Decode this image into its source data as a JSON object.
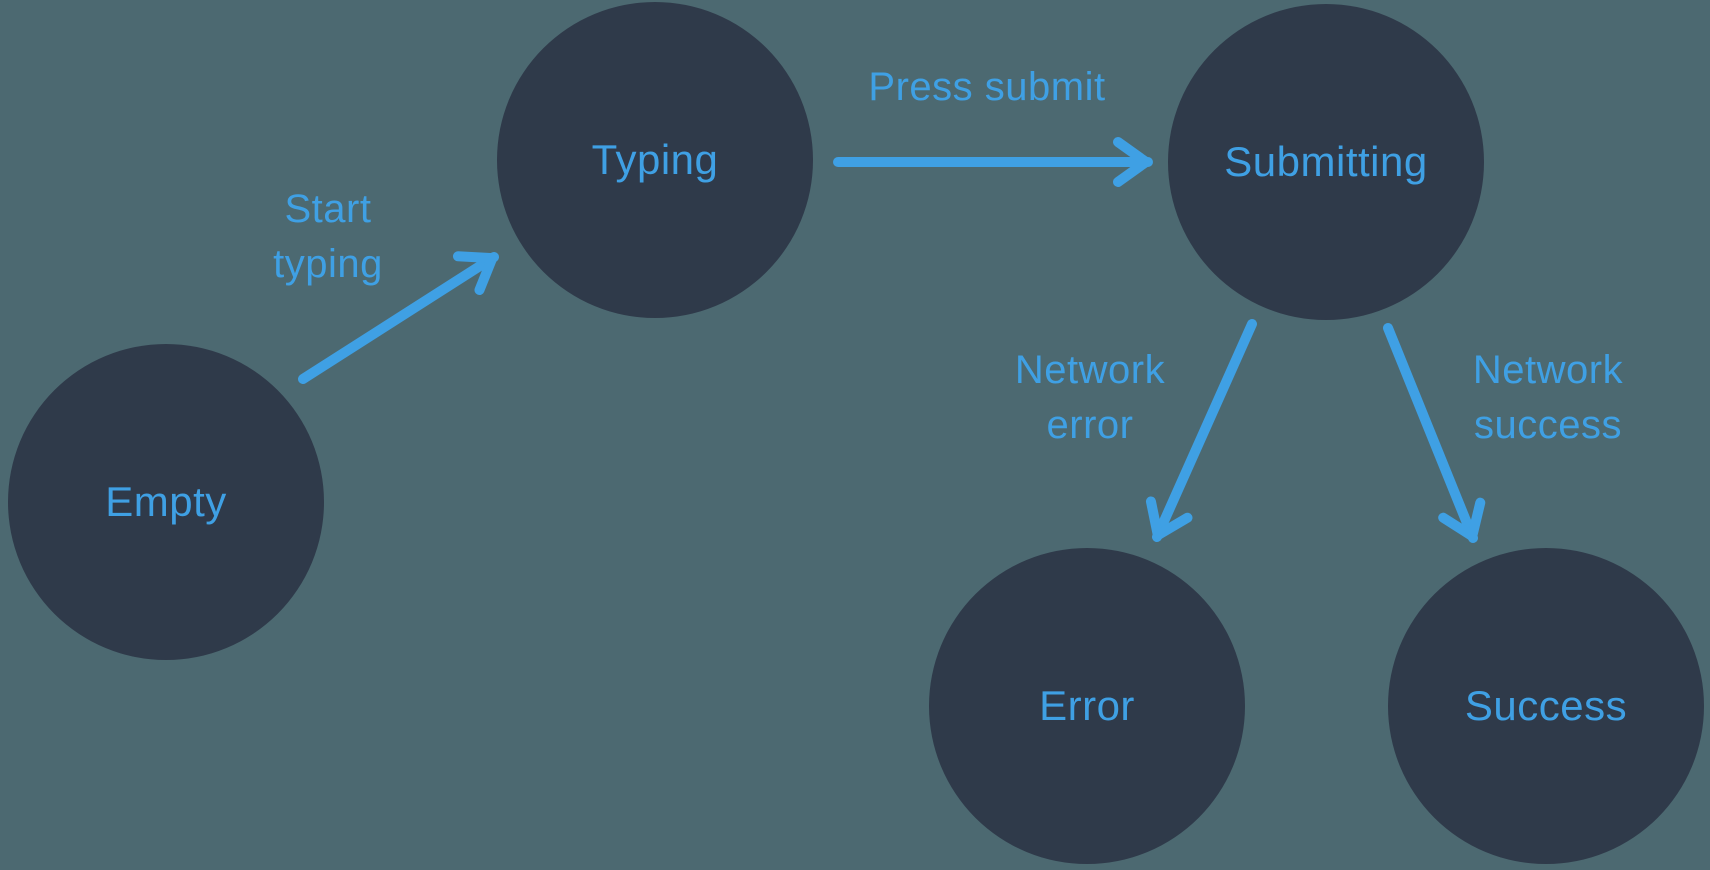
{
  "colors": {
    "background": "#4c6971",
    "node_fill": "#2f3a4a",
    "accent": "#3fa0e4"
  },
  "states": [
    {
      "id": "empty",
      "label": "Empty"
    },
    {
      "id": "typing",
      "label": "Typing"
    },
    {
      "id": "submitting",
      "label": "Submitting"
    },
    {
      "id": "error",
      "label": "Error"
    },
    {
      "id": "success",
      "label": "Success"
    }
  ],
  "transitions": [
    {
      "id": "start-typing",
      "from": "empty",
      "to": "typing",
      "lines": [
        "Start",
        "typing"
      ]
    },
    {
      "id": "press-submit",
      "from": "typing",
      "to": "submitting",
      "lines": [
        "Press submit"
      ]
    },
    {
      "id": "network-error",
      "from": "submitting",
      "to": "error",
      "lines": [
        "Network",
        "error"
      ]
    },
    {
      "id": "network-success",
      "from": "submitting",
      "to": "success",
      "lines": [
        "Network",
        "success"
      ]
    }
  ]
}
